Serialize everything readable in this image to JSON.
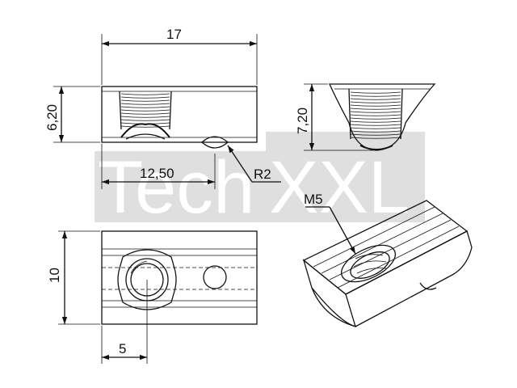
{
  "dimensions": {
    "top_length": "17",
    "left_height": "6,20",
    "right_height": "7,20",
    "hole_position": "12,50",
    "radius": "R2",
    "width": "10",
    "hole_offset": "5",
    "thread": "M5"
  },
  "watermark": {
    "left_text": "Tech",
    "right_text": "XXL"
  },
  "colors": {
    "line": "#111111",
    "watermark_box": "#d9d9d9",
    "watermark_text": "#ffffff",
    "background": "#ffffff"
  }
}
